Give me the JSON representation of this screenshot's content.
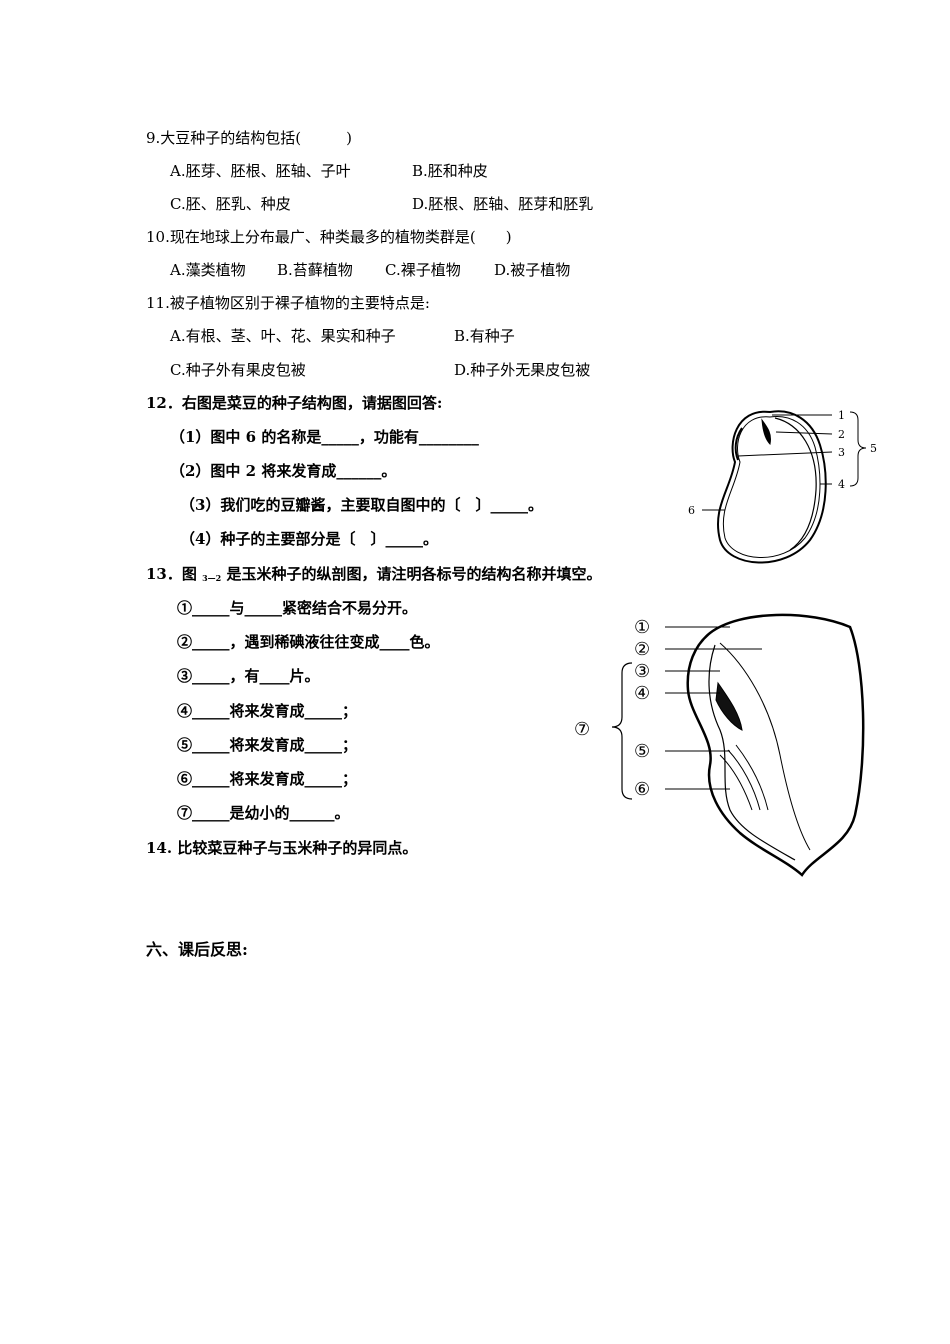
{
  "q9": {
    "stem": "9.大豆种子的结构包括(　　　)",
    "a": "A.胚芽、胚根、胚轴、子叶",
    "b": "B.胚和种皮",
    "c": "C.胚、胚乳、种皮",
    "d": "D.胚根、胚轴、胚芽和胚乳"
  },
  "q10": {
    "stem": "10.现在地球上分布最广、种类最多的植物类群是(　　)",
    "a": "A.藻类植物",
    "b": "B.苔藓植物",
    "c": "C.裸子植物",
    "d": "D.被子植物"
  },
  "q11": {
    "stem": "11.被子植物区别于裸子植物的主要特点是:",
    "a": "A.有根、茎、叶、花、果实和种子",
    "b": "B.有种子",
    "c": "C.种子外有果皮包被",
    "d": "D.种子外无果皮包被"
  },
  "q12": {
    "stem": "12．右图是菜豆的种子结构图，请据图回答:",
    "s1": "（1）图中 6 的名称是_____，功能有________",
    "s2": "（2）图中 2 将来发育成______。",
    "s3": "（3）我们吃的豆瓣酱，主要取自图中的〔　〕_____。",
    "s4": "（4）种子的主要部分是〔　〕_____。"
  },
  "q13": {
    "stem_pre": "13．图 ",
    "stem_sub": "3—2",
    "stem_post": " 是玉米种子的纵剖图，请注明各标号的结构名称并填空。",
    "l1": "①_____与_____紧密结合不易分开。",
    "l2": "②_____，遇到稀碘液往往变成____色。",
    "l3": "③_____，有____片。",
    "l4": "④_____将来发育成_____；",
    "l5": "⑤_____将来发育成_____；",
    "l6": "⑥_____将来发育成_____；",
    "l7": "⑦_____是幼小的______。"
  },
  "q14": {
    "stem": "14. 比较菜豆种子与玉米种子的异同点。"
  },
  "reflection": {
    "title": "六、课后反思:"
  },
  "bean_fig": {
    "labels": [
      "1",
      "2",
      "3",
      "4",
      "5",
      "6"
    ]
  },
  "corn_fig": {
    "labels": [
      "①",
      "②",
      "③",
      "④",
      "⑤",
      "⑥",
      "⑦"
    ]
  }
}
